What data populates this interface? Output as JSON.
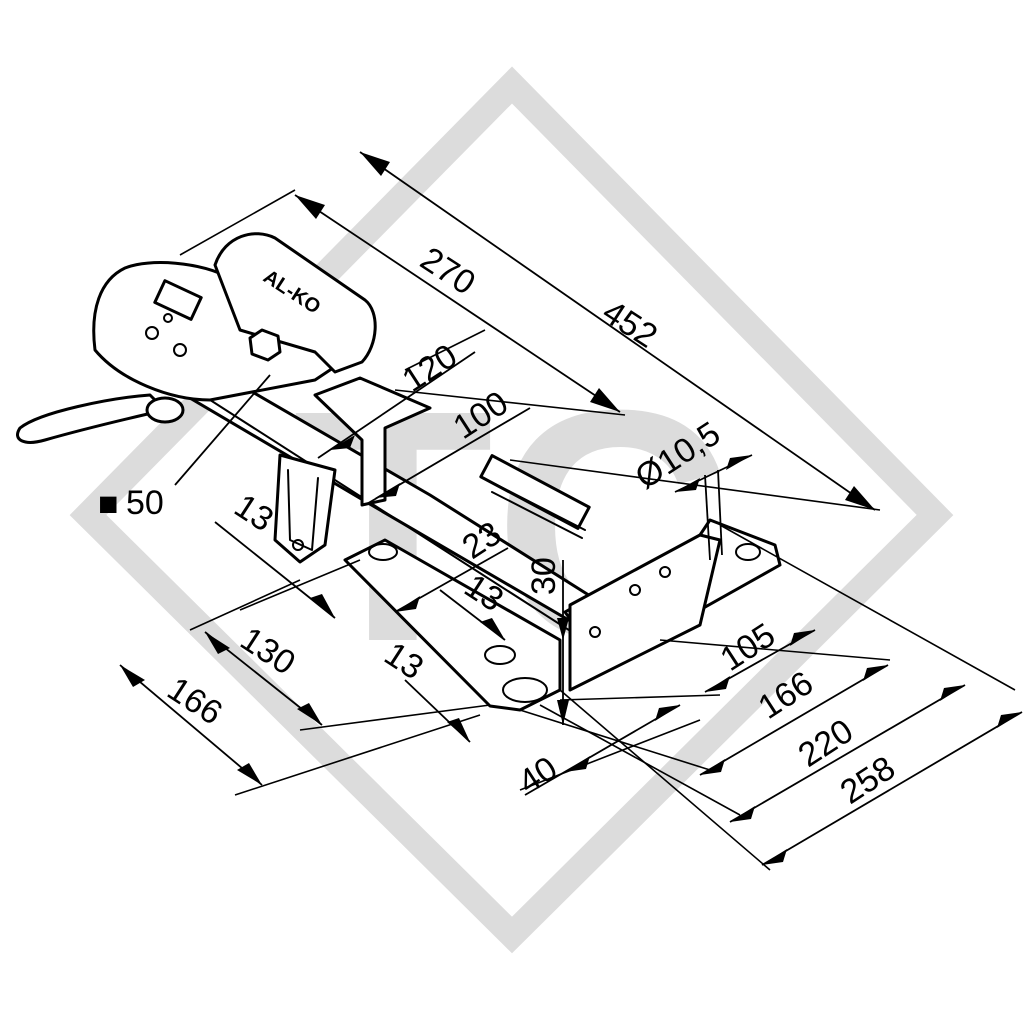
{
  "watermark": {
    "letters": "TC"
  },
  "logo": {
    "brand": "AL-KO"
  },
  "dimensions": {
    "d270": "270",
    "d452": "452",
    "d120": "120",
    "d100": "100",
    "d10_5": "Ø10,5",
    "d50": "50",
    "d50_marker": "■",
    "d13_top": "13",
    "d23": "23",
    "d30": "30",
    "d13_mid": "13",
    "d13_low": "13",
    "d130": "130",
    "d166_left": "166",
    "d105": "105",
    "d166_right": "166",
    "d220": "220",
    "d40": "40",
    "d258": "258"
  }
}
